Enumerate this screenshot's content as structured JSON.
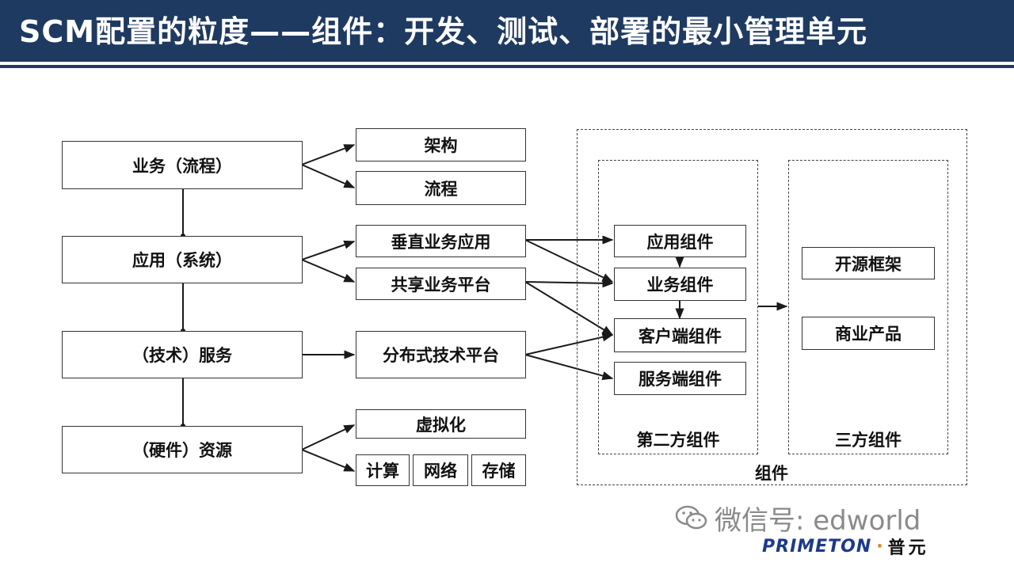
{
  "slide": {
    "title": "SCM配置的粒度——组件：开发、测试、部署的最小管理单元"
  },
  "left_column": {
    "business": "业务（流程）",
    "application": "应用（系统）",
    "service": "（技术）服务",
    "resource": "（硬件）资源"
  },
  "middle_column": {
    "architecture": "架构",
    "process": "流程",
    "vertical_app": "垂直业务应用",
    "shared_platform": "共享业务平台",
    "distributed_platform": "分布式技术平台",
    "virtualization": "虚拟化",
    "compute": "计算",
    "network": "网络",
    "storage": "存储"
  },
  "second_party": {
    "app_component": "应用组件",
    "business_component": "业务组件",
    "client_component": "客户端组件",
    "server_component": "服务端组件",
    "group_label": "第二方组件"
  },
  "third_party": {
    "open_source": "开源框架",
    "commercial": "商业产品",
    "group_label": "三方组件"
  },
  "outer_label": "组件",
  "footer": {
    "wechat": "微信号: edworld",
    "logo_text": "PRIMETON",
    "logo_sep": "·",
    "logo_cn": "普元"
  },
  "colors": {
    "header": "#1f3a60",
    "logo_blue": "#1c3a8a"
  }
}
